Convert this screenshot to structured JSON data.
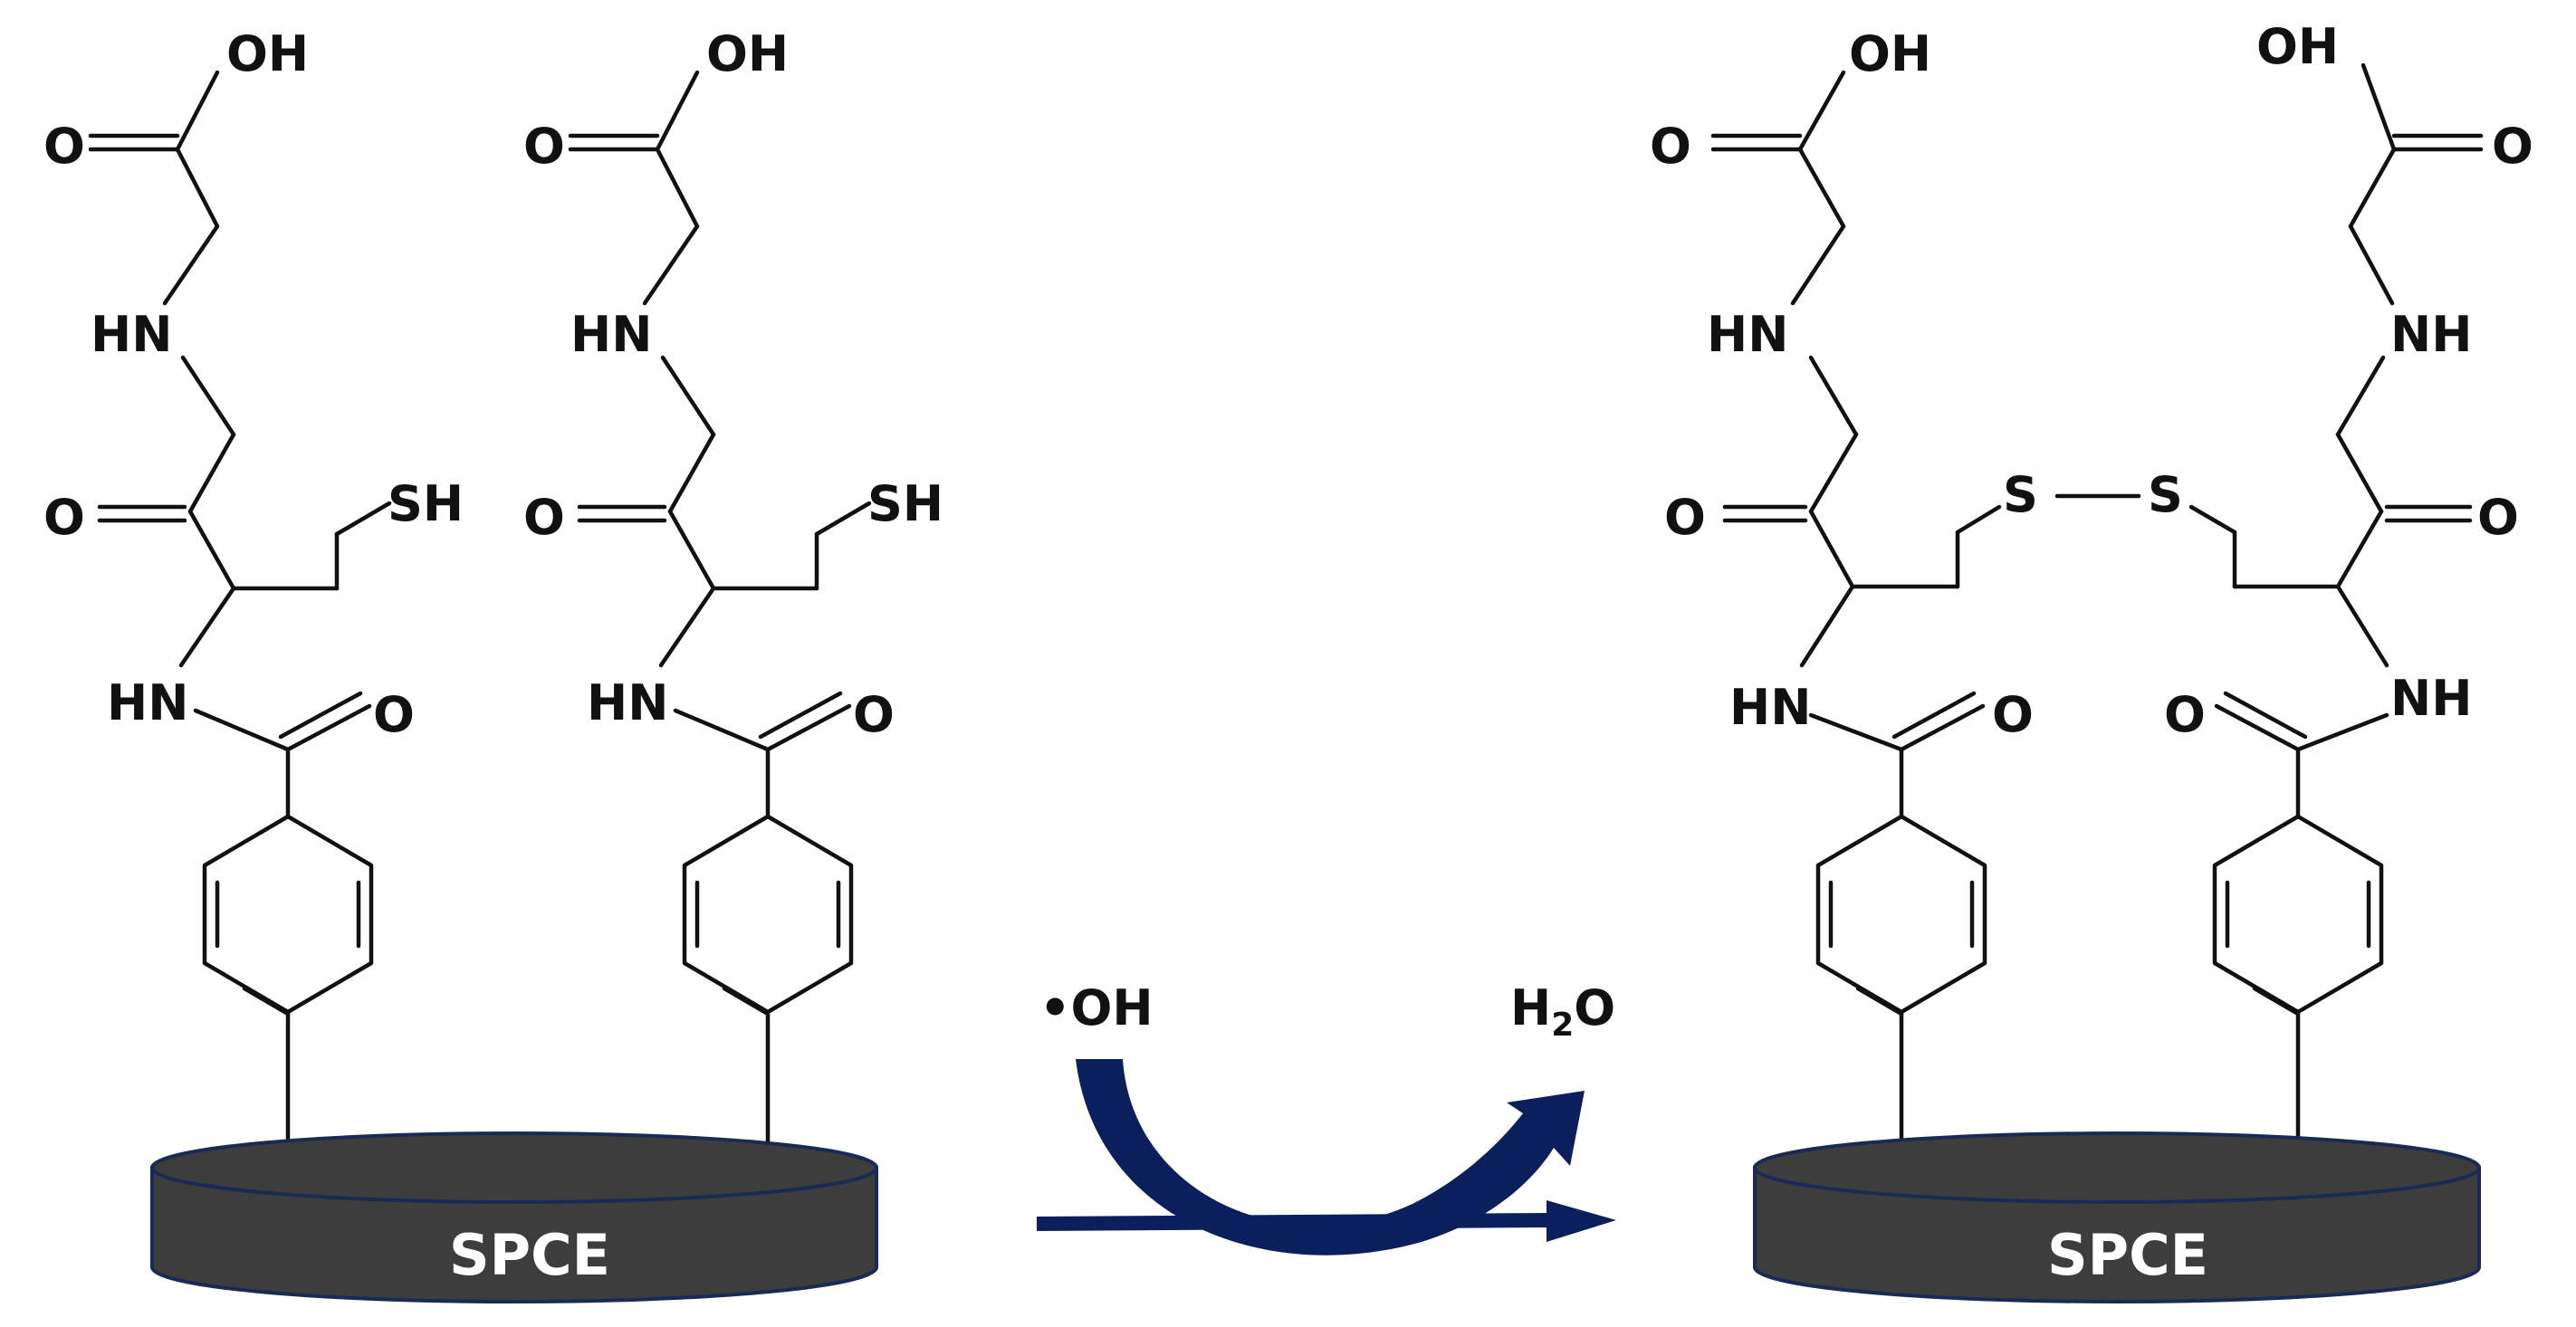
{
  "electrodes": {
    "left": "SPCE",
    "right": "SPCE"
  },
  "reaction": {
    "reactant": "•OH",
    "product_prefix": "H",
    "product_subscript": "2",
    "product_suffix": "O"
  },
  "atoms": {
    "oh": "OH",
    "o": "O",
    "hn": "HN",
    "nh": "NH",
    "sh": "SH",
    "s": "S"
  },
  "colors": {
    "electrode_fill": "#3d3d3d",
    "electrode_edge": "#1b2a55",
    "arrow": "#0a1f5c",
    "bond": "#111111"
  }
}
